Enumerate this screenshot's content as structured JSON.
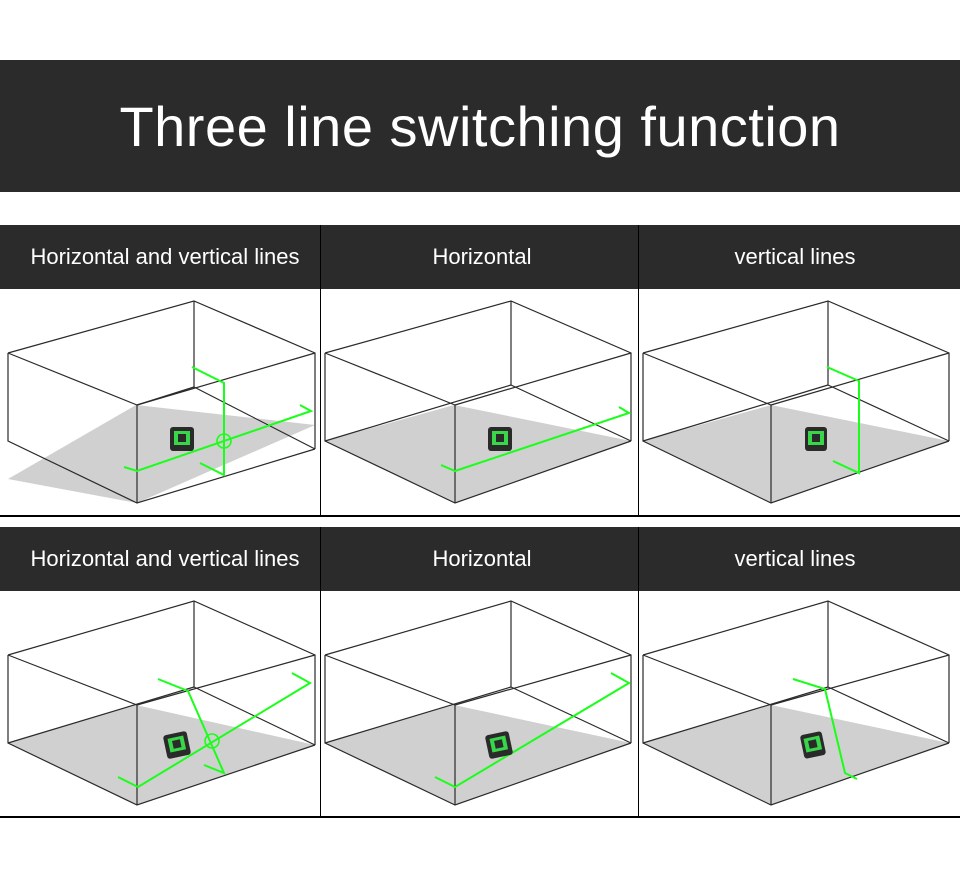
{
  "title": "Three line switching function",
  "rows": [
    {
      "labels": [
        "Horizontal and vertical lines",
        "Horizontal",
        "vertical lines"
      ],
      "modes": [
        "cross",
        "horizontal",
        "vertical"
      ]
    },
    {
      "labels": [
        "Horizontal and vertical lines",
        "Horizontal",
        "vertical lines"
      ],
      "modes": [
        "cross-tilted",
        "horizontal-tilted",
        "vertical-tilted"
      ]
    }
  ],
  "colors": {
    "header_bg": "#2b2b2b",
    "laser": "#19ff19",
    "floor": "#d0d0d0",
    "device_body": "#2a2a2a",
    "device_accent": "#39d64a"
  },
  "icons": [
    "laser-level-device-icon"
  ]
}
